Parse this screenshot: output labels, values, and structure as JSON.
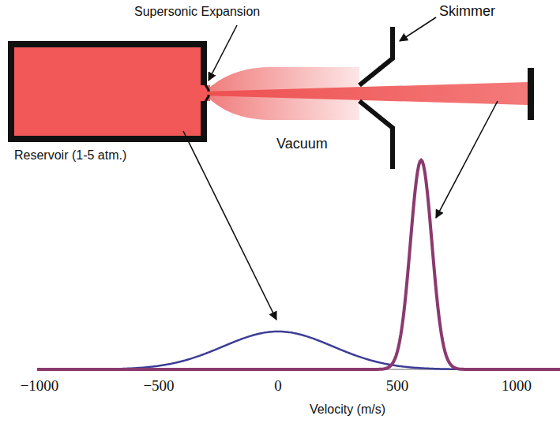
{
  "diagram": {
    "labels": [
      "Supersonic Expansion",
      "Skimmer",
      "Reservoir (1-5 atm.)",
      "Vacuum",
      "−1000",
      "−500",
      "0",
      "500",
      "1000",
      "Velocity (m/s)"
    ]
  }
}
